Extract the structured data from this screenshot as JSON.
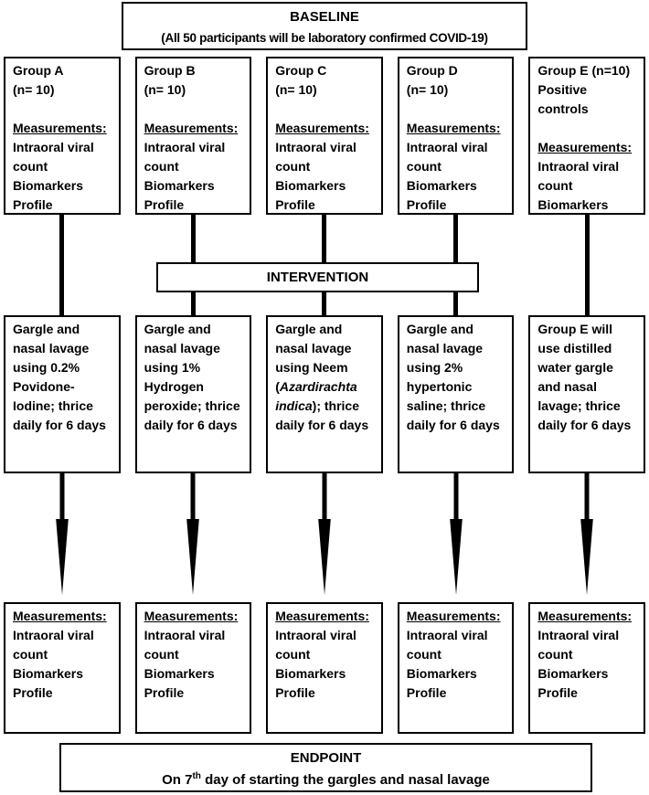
{
  "baseline": {
    "title": "BASELINE",
    "subtitle": "(All 50 participants will be laboratory confirmed COVID-19)"
  },
  "intervention_label": "INTERVENTION",
  "endpoint": {
    "title": "ENDPOINT",
    "line_pre": "On 7",
    "line_sup": "th",
    "line_post": " day of starting the gargles and nasal lavage"
  },
  "measurements": {
    "heading": "Measurements:",
    "items": [
      "Intraoral viral count",
      "Biomarkers",
      "Profile"
    ]
  },
  "groups": [
    {
      "line1": "Group A",
      "line2": "(n= 10)"
    },
    {
      "line1": "Group B",
      "line2": "(n= 10)"
    },
    {
      "line1": "Group C",
      "line2": "(n= 10)"
    },
    {
      "line1": "Group D",
      "line2": "(n= 10)"
    },
    {
      "line1": "Group E (n=10)",
      "line2": "Positive controls"
    }
  ],
  "interventions": [
    {
      "pre": "Gargle and nasal lavage using 0.2% Povidone-Iodine; thrice daily for 6 days",
      "italic": "",
      "post": ""
    },
    {
      "pre": "Gargle and nasal lavage using 1% Hydrogen peroxide; thrice daily for 6 days",
      "italic": "",
      "post": ""
    },
    {
      "pre": "Gargle and nasal lavage using Neem (",
      "italic": "Azardirachta indica",
      "post": "); thrice daily for 6 days"
    },
    {
      "pre": "Gargle and nasal lavage using 2% hypertonic saline; thrice daily for 6 days",
      "italic": "",
      "post": ""
    },
    {
      "pre": "Group E will use distilled water gargle and nasal lavage; thrice daily for 6 days",
      "italic": "",
      "post": ""
    }
  ],
  "colors": {
    "ink": "#000000",
    "paper": "#ffffff"
  }
}
